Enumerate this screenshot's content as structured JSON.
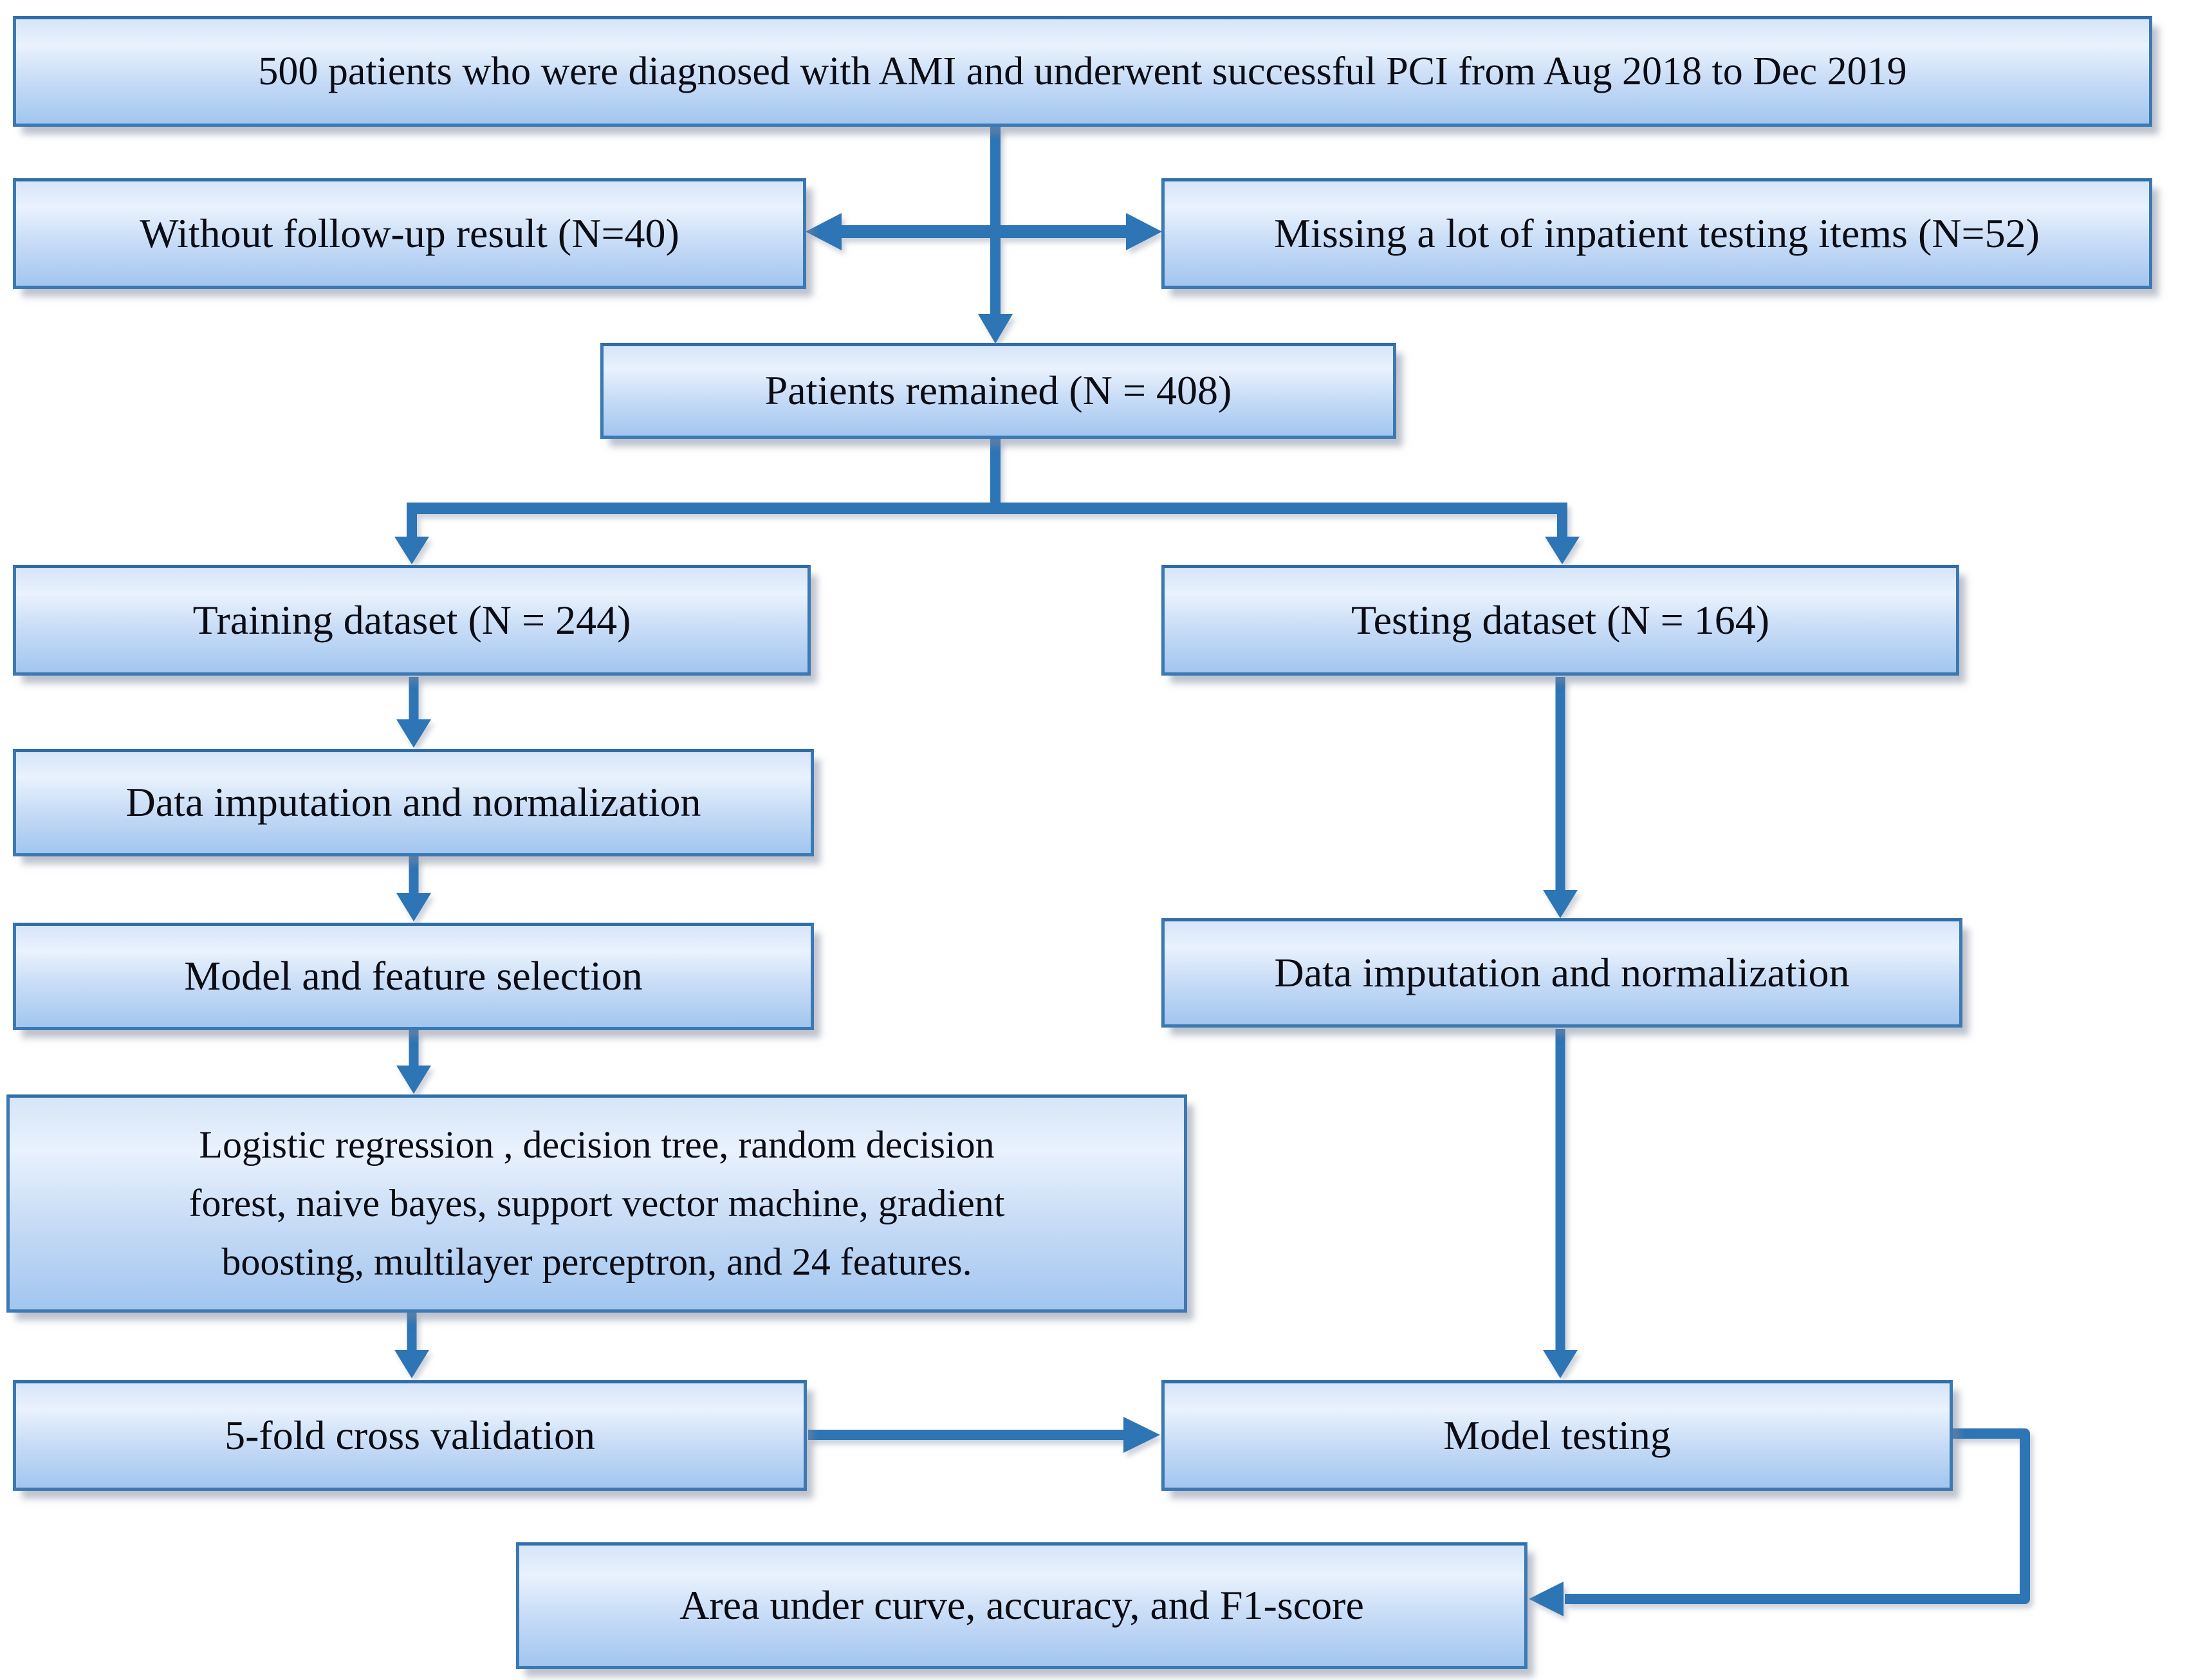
{
  "figure": {
    "type": "flowchart",
    "boxes": {
      "initial": "500 patients who were diagnosed with AMI and underwent successful PCI from Aug 2018 to Dec 2019",
      "excluded_no_followup": "Without follow-up result (N=40)",
      "excluded_missing_items": "Missing a lot of inpatient testing items (N=52)",
      "remained": "Patients remained (N = 408)",
      "training_dataset": "Training dataset (N = 244)",
      "testing_dataset": "Testing dataset (N = 164)",
      "training_imputation": "Data imputation and normalization",
      "model_feature_selection": "Model and feature selection",
      "models_features_lines": [
        "Logistic regression , decision tree, random decision",
        "forest, naive bayes, support vector machine, gradient",
        "boosting, multilayer perceptron, and 24 features."
      ],
      "cross_validation": "5-fold cross validation",
      "testing_imputation": "Data imputation and normalization",
      "model_testing": "Model testing",
      "evaluation": "Area under curve, accuracy, and F1-score"
    },
    "colors": {
      "arrow": "#2e75b5",
      "border": "#3b79b4",
      "fill_top": "#e9f2fd",
      "fill_bottom": "#a2c6ef",
      "text": "#0c0c14",
      "background": "#ffffff"
    }
  }
}
